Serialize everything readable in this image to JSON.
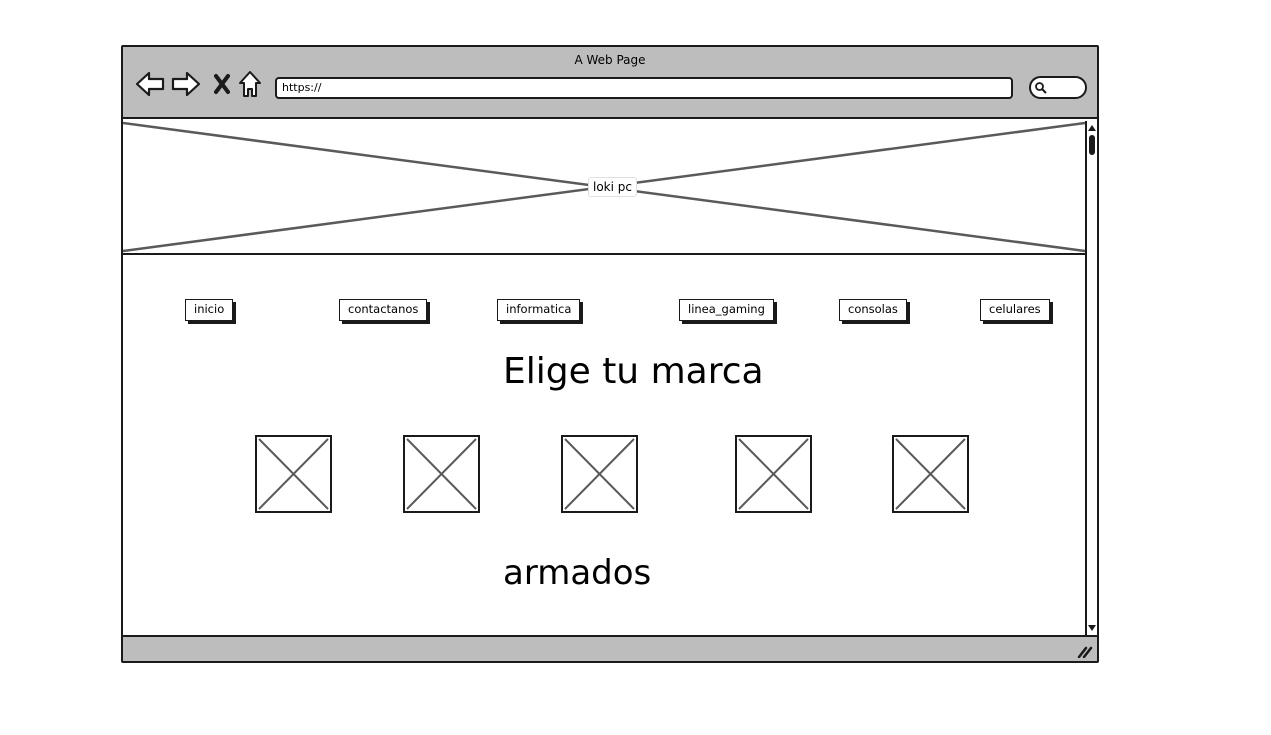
{
  "window": {
    "title": "A Web Page",
    "url": "https://"
  },
  "toolbar": {
    "icons": [
      "back-arrow-icon",
      "forward-arrow-icon",
      "stop-icon",
      "home-icon",
      "search-icon"
    ]
  },
  "banner": {
    "label": "loki pc"
  },
  "nav": {
    "items": [
      {
        "label": "inicio"
      },
      {
        "label": "contactanos"
      },
      {
        "label": "informatica"
      },
      {
        "label": "linea_gaming"
      },
      {
        "label": "consolas"
      },
      {
        "label": "celulares"
      }
    ]
  },
  "main": {
    "heading": "Elige tu marca",
    "brand_images_count": 5,
    "section_heading": "armados"
  },
  "colors": {
    "chrome": "#bdbdbd",
    "stroke": "#1a1a1a",
    "placeholder_line": "#5a5a5a"
  }
}
